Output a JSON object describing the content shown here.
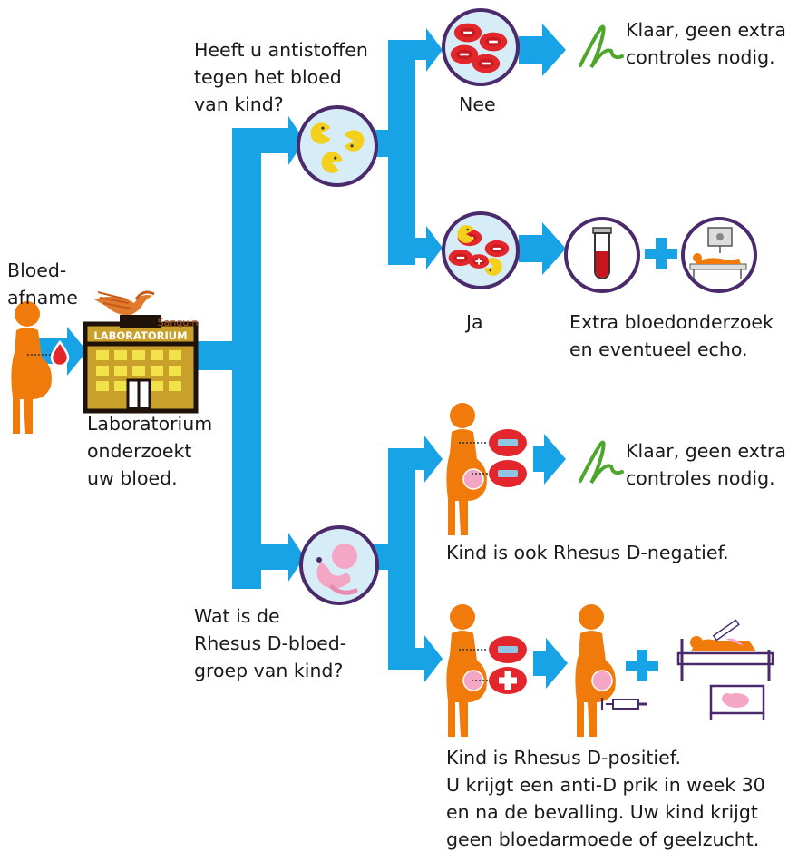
{
  "colors": {
    "arrow": "#18a3e6",
    "circle_fill": "#d6ecf6",
    "circle_stroke": "#4a2a6b",
    "mother": "#f07b0a",
    "rbc": "#e3262b",
    "antibody": "#f4d01c",
    "baby": "#f3a7c4",
    "tube_blood": "#c8141e",
    "signature": "#4fa62c",
    "building": "#3a2a12",
    "building_face": "#c9a02a",
    "window": "#f2e24a",
    "sanquin": "#b3541e",
    "plus": "#18a3e6"
  },
  "labels": {
    "bloedafname": "Bloed-\nafname",
    "laboratorium_sign": "LABORATORIUM",
    "sanquin": "Sanquin",
    "lab_caption": "Laboratorium\nonderzoekt\nuw bloed.",
    "antistoffen_question": "Heeft u antistoffen\ntegen het bloed\nvan kind?",
    "nee": "Nee",
    "ja": "Ja",
    "klaar_1": "Klaar, geen extra\ncontroles nodig.",
    "extra": "Extra bloedonderzoek\nen eventueel echo.",
    "rhesus_question": "Wat is de\nRhesus D-bloed-\ngroep van kind?",
    "klaar_2": "Klaar, geen extra\ncontroles nodig.",
    "negatief": "Kind is ook Rhesus D-negatief.",
    "positief": "Kind is Rhesus D-positief.\nU krijgt een anti-D prik in week 30\nen na de bevalling. Uw kind krijgt\ngeen bloedarmoede of geelzucht."
  },
  "icons": [
    "pregnant-woman-icon",
    "blood-drop-icon",
    "laboratory-building-icon",
    "sanquin-logo-icon",
    "antibody-cells-icon",
    "red-blood-cells-icon",
    "signature-check-icon",
    "mixed-cells-icon",
    "test-tube-icon",
    "ultrasound-icon",
    "baby-icon",
    "rhesus-negative-icon",
    "rhesus-positive-icon",
    "syringe-icon",
    "hospital-bed-icon",
    "crib-icon",
    "plus-icon"
  ]
}
